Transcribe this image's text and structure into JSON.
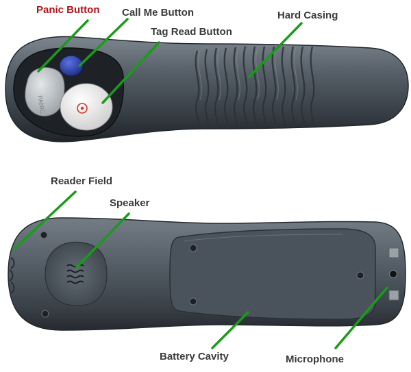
{
  "labels": {
    "panic_button": "Panic Button",
    "call_me_button": "Call Me Button",
    "tag_read_button": "Tag Read Button",
    "hard_casing": "Hard Casing",
    "reader_field": "Reader Field",
    "speaker": "Speaker",
    "battery_cavity": "Battery Cavity",
    "microphone": "Microphone"
  },
  "device": {
    "panic_key_text": "PANIC"
  },
  "colors": {
    "leader_line": "#1a9b1a",
    "panic_label": "#b3121b",
    "label_text": "#3a3a3a",
    "casing": "#4f5760",
    "call_button": "#2b3fa8",
    "tag_button": "#ebebea",
    "tag_dot": "#d8342c"
  }
}
